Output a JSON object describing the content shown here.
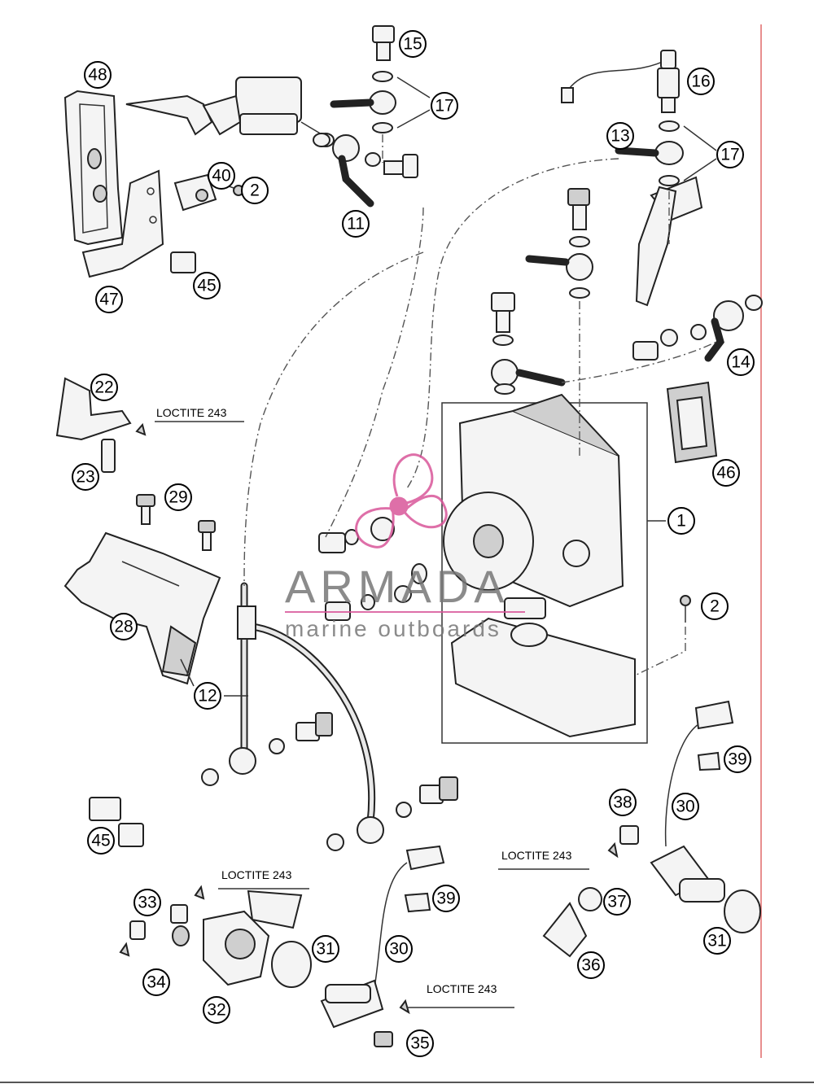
{
  "callouts": [
    {
      "id": "c48",
      "label": "48"
    },
    {
      "id": "c15",
      "label": "15"
    },
    {
      "id": "c17a",
      "label": "17"
    },
    {
      "id": "c16",
      "label": "16"
    },
    {
      "id": "c13",
      "label": "13"
    },
    {
      "id": "c17b",
      "label": "17"
    },
    {
      "id": "c40",
      "label": "40"
    },
    {
      "id": "c2a",
      "label": "2"
    },
    {
      "id": "c11",
      "label": "11"
    },
    {
      "id": "c45a",
      "label": "45"
    },
    {
      "id": "c47",
      "label": "47"
    },
    {
      "id": "c14",
      "label": "14"
    },
    {
      "id": "c22",
      "label": "22"
    },
    {
      "id": "c23",
      "label": "23"
    },
    {
      "id": "c46",
      "label": "46"
    },
    {
      "id": "c29",
      "label": "29"
    },
    {
      "id": "c1",
      "label": "1"
    },
    {
      "id": "c2b",
      "label": "2"
    },
    {
      "id": "c28",
      "label": "28"
    },
    {
      "id": "c12",
      "label": "12"
    },
    {
      "id": "c39a",
      "label": "39"
    },
    {
      "id": "c38",
      "label": "38"
    },
    {
      "id": "c30a",
      "label": "30"
    },
    {
      "id": "c45b",
      "label": "45"
    },
    {
      "id": "c33",
      "label": "33"
    },
    {
      "id": "c39b",
      "label": "39"
    },
    {
      "id": "c37",
      "label": "37"
    },
    {
      "id": "c31a",
      "label": "31"
    },
    {
      "id": "c30b",
      "label": "30"
    },
    {
      "id": "c34",
      "label": "34"
    },
    {
      "id": "c36",
      "label": "36"
    },
    {
      "id": "c31b",
      "label": "31"
    },
    {
      "id": "c32",
      "label": "32"
    },
    {
      "id": "c35",
      "label": "35"
    }
  ],
  "loctite_notes": [
    "LOCTITE 243",
    "LOCTITE 243",
    "LOCTITE 243",
    "LOCTITE 243"
  ],
  "watermark": {
    "brand": "ARMADA",
    "tagline": "marine outboards",
    "color": "#d9569a"
  },
  "colors": {
    "margin_line": "#e06a6a"
  }
}
